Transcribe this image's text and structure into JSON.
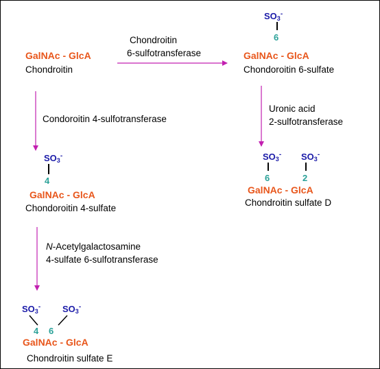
{
  "colors": {
    "sugar": "#e8561b",
    "sulfate": "#1a1aa8",
    "position": "#2aa198",
    "arrow": "#c21fb0"
  },
  "compounds": {
    "chondroitin": {
      "sugar": "GalNAc - GlcA",
      "name": "Chondroitin"
    },
    "c6s": {
      "sugar": "GalNAc - GlcA",
      "name": "Chondoroitin 6-sulfate",
      "sulfates": [
        {
          "group": "SO3",
          "charge": "-",
          "position": "6"
        }
      ]
    },
    "c4s": {
      "sugar": "GalNAc - GlcA",
      "name": "Chondoroitin 4-sulfate",
      "sulfates": [
        {
          "group": "SO3",
          "charge": "-",
          "position": "4"
        }
      ]
    },
    "csd": {
      "sugar": "GalNAc - GlcA",
      "name": "Chondroitin sulfate D",
      "sulfates": [
        {
          "group": "SO3",
          "charge": "-",
          "position": "6"
        },
        {
          "group": "SO3",
          "charge": "-",
          "position": "2"
        }
      ]
    },
    "cse": {
      "sugar": "GalNAc - GlcA",
      "name": "Chondroitin sulfate E",
      "sulfates": [
        {
          "group": "SO3",
          "charge": "-",
          "position": "4"
        },
        {
          "group": "SO3",
          "charge": "-",
          "position": "6"
        }
      ]
    }
  },
  "enzymes": {
    "c6st": {
      "line1": "Chondroitin",
      "line2": "6-sulfotransferase"
    },
    "c4st": {
      "line1": "Condoroitin 4-sulfotransferase"
    },
    "ua2st": {
      "line1": "Uronic acid",
      "line2": "2-sulfotransferase"
    },
    "galnac4s6st": {
      "line1_italic": "N",
      "line1_rest": "-Acetylgalactosamine",
      "line2": "4-sulfate 6-sulfotransferase"
    }
  }
}
